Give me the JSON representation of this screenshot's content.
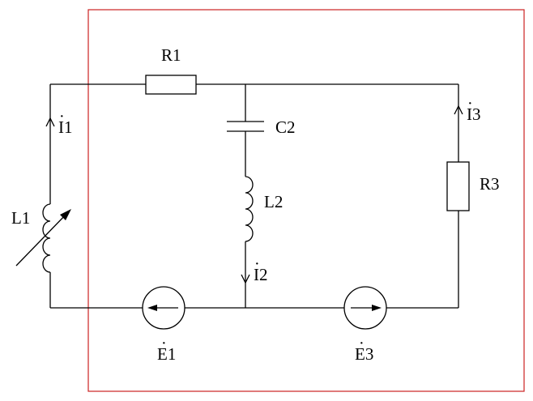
{
  "diagram": {
    "frame_color": "#cc2222",
    "line_color": "#000000",
    "labels": {
      "r1": "R1",
      "c2": "C2",
      "l2": "L2",
      "l1": "L1",
      "r3": "R3",
      "i1": "I1",
      "i2": "I2",
      "i3": "I3",
      "e1": "E1",
      "e3": "E3"
    },
    "phasor_mark": "·"
  }
}
